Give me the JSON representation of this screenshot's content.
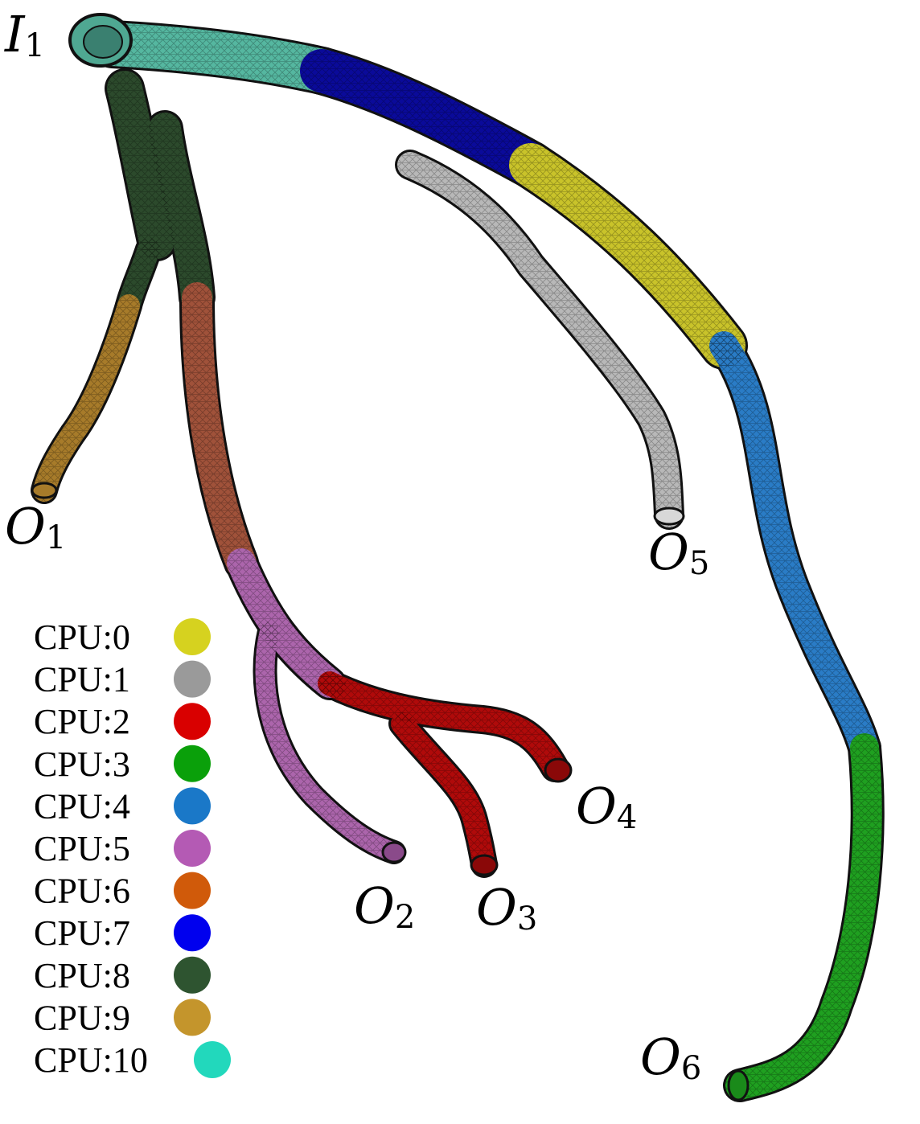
{
  "ports": {
    "inlet": {
      "letter": "I",
      "index": "1"
    },
    "outlets": [
      {
        "id": "o1",
        "letter": "O",
        "index": "1"
      },
      {
        "id": "o2",
        "letter": "O",
        "index": "2"
      },
      {
        "id": "o3",
        "letter": "O",
        "index": "3"
      },
      {
        "id": "o4",
        "letter": "O",
        "index": "4"
      },
      {
        "id": "o5",
        "letter": "O",
        "index": "5"
      },
      {
        "id": "o6",
        "letter": "O",
        "index": "6"
      }
    ]
  },
  "legend": [
    {
      "label": "CPU:0",
      "color": "#d6d21f"
    },
    {
      "label": "CPU:1",
      "color": "#9a9a9a"
    },
    {
      "label": "CPU:2",
      "color": "#d90000"
    },
    {
      "label": "CPU:3",
      "color": "#0aa00a"
    },
    {
      "label": "CPU:4",
      "color": "#1a78c8"
    },
    {
      "label": "CPU:5",
      "color": "#b45ab4"
    },
    {
      "label": "CPU:6",
      "color": "#d05a0a"
    },
    {
      "label": "CPU:7",
      "color": "#0000ee"
    },
    {
      "label": "CPU:8",
      "color": "#2e5430"
    },
    {
      "label": "CPU:9",
      "color": "#c4952c"
    },
    {
      "label": "CPU:10",
      "color": "#22d8bc"
    }
  ],
  "segments": [
    {
      "id": "seg-trunk-teal",
      "cpu": "CPU:10",
      "color": "#55b7a0"
    },
    {
      "id": "seg-main-blue",
      "cpu": "CPU:7",
      "color": "#0a0a9a"
    },
    {
      "id": "seg-main-yellow",
      "cpu": "CPU:0",
      "color": "#c9c32a"
    },
    {
      "id": "seg-main-lightblue",
      "cpu": "CPU:4",
      "color": "#2a7cc6"
    },
    {
      "id": "seg-main-green",
      "cpu": "CPU:3",
      "color": "#1fa020"
    },
    {
      "id": "seg-branch-grey",
      "cpu": "CPU:1",
      "color": "#b8b8b8"
    },
    {
      "id": "seg-left-darkgreen",
      "cpu": "CPU:8",
      "color": "#2c4a2c"
    },
    {
      "id": "seg-left-ochre",
      "cpu": "CPU:9",
      "color": "#a77b2a"
    },
    {
      "id": "seg-mid-brown",
      "cpu": "CPU:6",
      "color": "#a0523a"
    },
    {
      "id": "seg-mid-purple",
      "cpu": "CPU:5",
      "color": "#ac65ac"
    },
    {
      "id": "seg-mid-red",
      "cpu": "CPU:2",
      "color": "#b00a0a"
    }
  ]
}
